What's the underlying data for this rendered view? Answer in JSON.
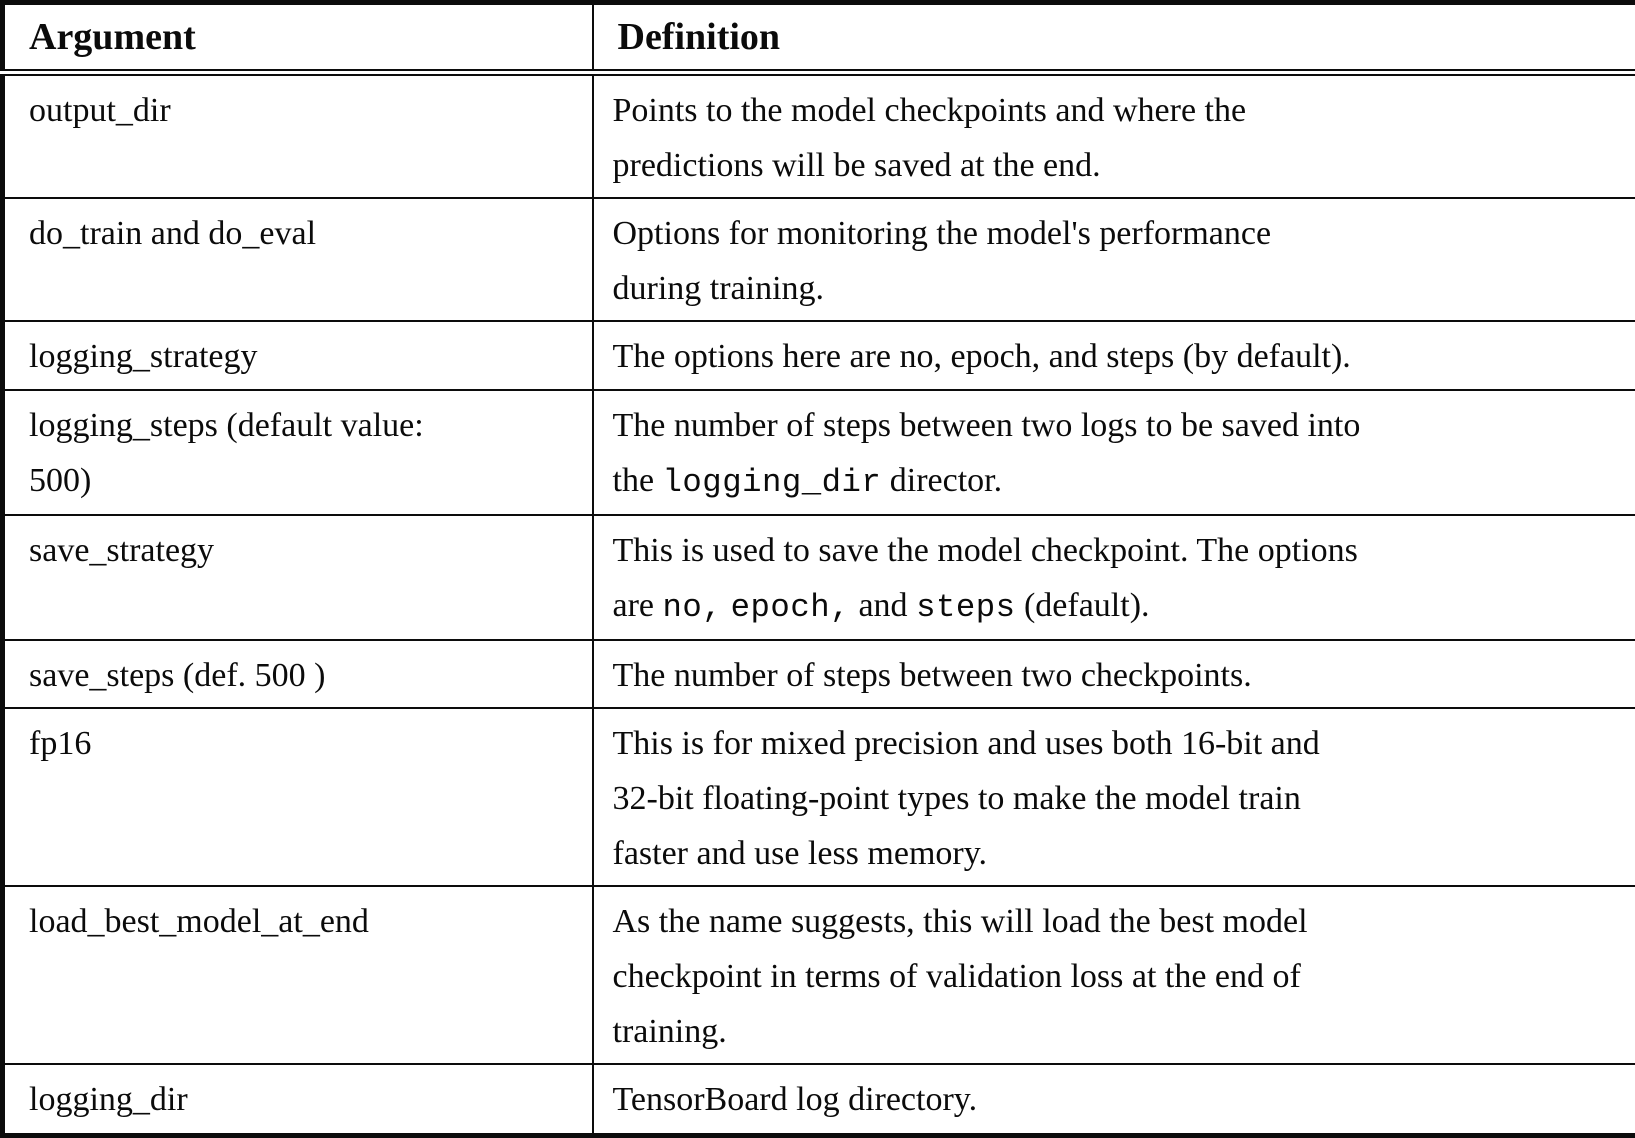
{
  "table": {
    "header": {
      "argument": "Argument",
      "definition": "Definition"
    },
    "rows": [
      {
        "arg": "output_dir",
        "def": [
          {
            "t": "Points to the model checkpoints and where the\npredictions will be saved at the end."
          }
        ]
      },
      {
        "arg": "do_train and do_eval",
        "def": [
          {
            "t": "Options for monitoring the model's performance\nduring training."
          }
        ]
      },
      {
        "arg": "logging_strategy",
        "def": [
          {
            "t": "The options here are no, epoch, and steps (by default)."
          }
        ]
      },
      {
        "arg": "logging_steps (default value:\n500)",
        "def": [
          {
            "t": "The number of steps between two logs to be saved into\nthe "
          },
          {
            "t": "logging_dir",
            "mono": true
          },
          {
            "t": " director."
          }
        ]
      },
      {
        "arg": "save_strategy",
        "def": [
          {
            "t": "This is used to save the model checkpoint. The options\nare "
          },
          {
            "t": "no,",
            "mono": true
          },
          {
            "t": " "
          },
          {
            "t": "epoch,",
            "mono": true
          },
          {
            "t": " and "
          },
          {
            "t": "steps",
            "mono": true
          },
          {
            "t": " (default)."
          }
        ]
      },
      {
        "arg": "save_steps (def. 500 )",
        "def": [
          {
            "t": "The number of steps between two checkpoints."
          }
        ]
      },
      {
        "arg": "fp16",
        "def": [
          {
            "t": "This is for mixed precision and uses both 16-bit and\n32-bit floating-point types to make the model train\nfaster and use less memory."
          }
        ]
      },
      {
        "arg": "load_best_model_at_end",
        "def": [
          {
            "t": "As the name suggests, this will load the best model\ncheckpoint in terms of validation loss at the end of\ntraining."
          }
        ]
      },
      {
        "arg": "logging_dir",
        "def": [
          {
            "t": "TensorBoard log directory."
          }
        ]
      }
    ]
  }
}
